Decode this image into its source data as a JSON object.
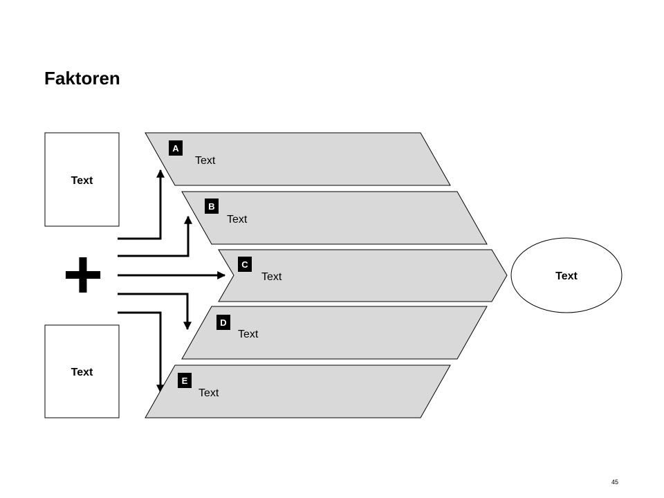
{
  "title": "Faktoren",
  "inputs": [
    {
      "label": "Text"
    },
    {
      "label": "Text"
    }
  ],
  "operator": "+",
  "factors": [
    {
      "letter": "A",
      "label": "Text"
    },
    {
      "letter": "B",
      "label": "Text"
    },
    {
      "letter": "C",
      "label": "Text"
    },
    {
      "letter": "D",
      "label": "Text"
    },
    {
      "letter": "E",
      "label": "Text"
    }
  ],
  "result": {
    "label": "Text"
  },
  "page_number": "45",
  "colors": {
    "band_fill": "#d9d9d9",
    "badge_fill": "#000000",
    "badge_text": "#ffffff",
    "stroke": "#000000"
  }
}
